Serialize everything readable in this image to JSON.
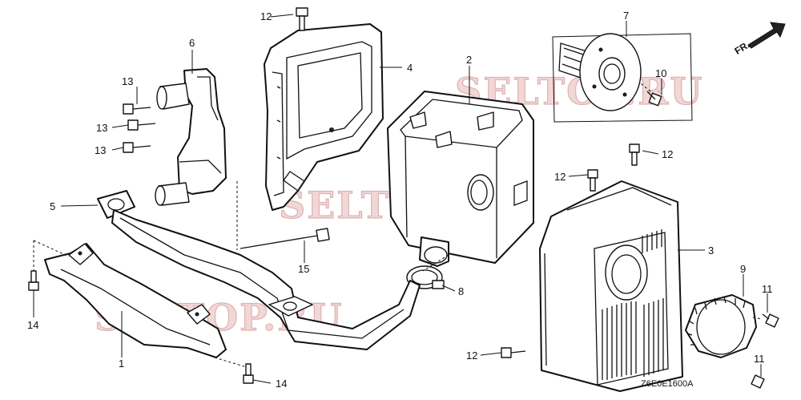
{
  "diagram": {
    "code": "Z6E0E1600A",
    "direction_label": "FR.",
    "watermark": "SELTOP.RU",
    "callouts": {
      "p1": "1",
      "p2": "2",
      "p3": "3",
      "p4": "4",
      "p5": "5",
      "p6": "6",
      "p7": "7",
      "p8": "8",
      "p9": "9",
      "p10": "10",
      "p11a": "11",
      "p11b": "11",
      "p12a": "12",
      "p12b": "12",
      "p12c": "12",
      "p12d": "12",
      "p13a": "13",
      "p13b": "13",
      "p13c": "13",
      "p14a": "14",
      "p14b": "14",
      "p15": "15"
    }
  }
}
